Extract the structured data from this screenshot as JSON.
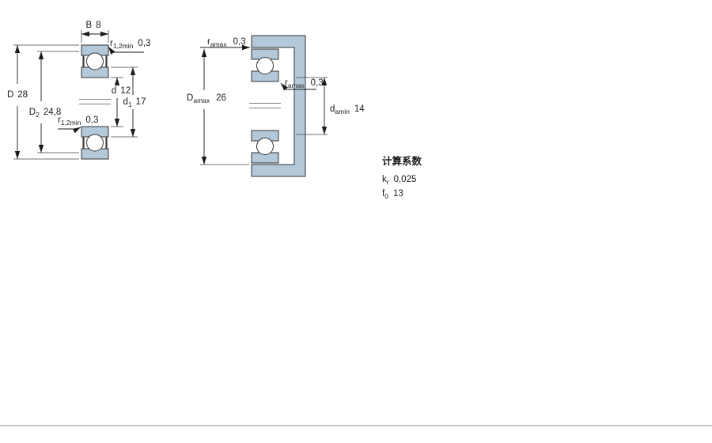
{
  "drawing": {
    "labels": {
      "B": {
        "sym": "B",
        "val": "8"
      },
      "r12_top": {
        "sym": "r",
        "sub": "1,2min",
        "val": "0,3"
      },
      "r12_mid": {
        "sym": "r",
        "sub": "1,2min",
        "val": "0,3"
      },
      "D": {
        "sym": "D",
        "val": "28"
      },
      "D2": {
        "sym": "D",
        "sub": "2",
        "val": "24,8"
      },
      "d": {
        "sym": "d",
        "val": "12"
      },
      "d1": {
        "sym": "d",
        "sub": "1",
        "val": "17"
      },
      "ra_top": {
        "sym": "r",
        "sub": "amax",
        "val": "0,3"
      },
      "Da": {
        "sym": "D",
        "sub": "amax",
        "val": "26"
      },
      "ra_mid": {
        "sym": "r",
        "sub": "amax",
        "val": "0,3"
      },
      "da": {
        "sym": "d",
        "sub": "amin",
        "val": "14"
      }
    },
    "calc": {
      "heading": "计算系数",
      "rows": [
        {
          "sym": "k",
          "sub": "r",
          "val": "0,025"
        },
        {
          "sym": "f",
          "sub": "0",
          "val": "13"
        }
      ]
    },
    "colors": {
      "section_fill": "#b3c9da",
      "line": "#1a1a1a"
    }
  }
}
